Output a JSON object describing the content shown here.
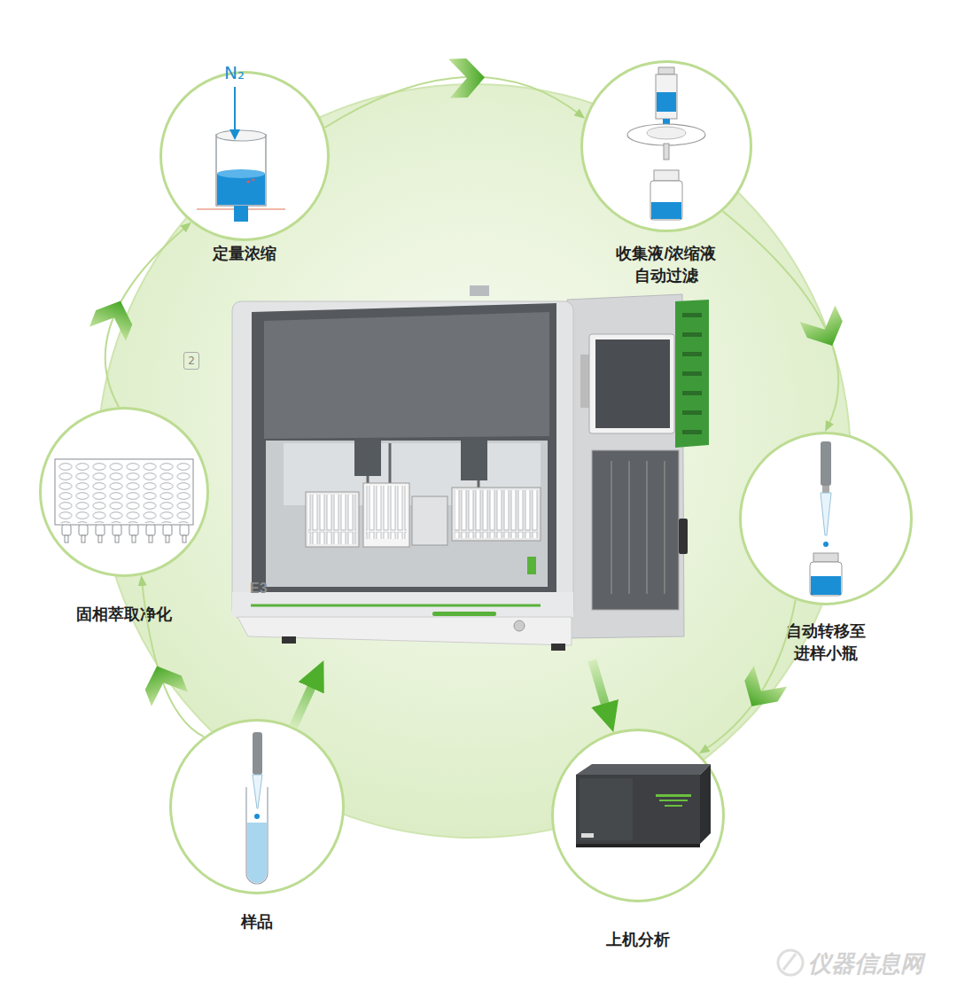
{
  "diagram": {
    "nodes": [
      {
        "text": [
          "定量浓缩"
        ]
      },
      {
        "text": [
          "收集液/浓缩液 自动过滤"
        ]
      },
      {
        "text": [
          "E3"
        ]
      },
      {
        "text": [
          "固相萃取净化"
        ]
      },
      {
        "text": [
          "自动转移至 进样小瓶"
        ]
      },
      {
        "text": [
          "样品"
        ]
      },
      {
        "text": [
          "上机分析"
        ]
      }
    ],
    "edges": [
      {
        "from": 5,
        "to": 3,
        "arrow": "to"
      },
      {
        "from": 3,
        "to": 0,
        "arrow": "to"
      },
      {
        "from": 0,
        "to": 1,
        "arrow": "to"
      },
      {
        "from": 1,
        "to": 4,
        "arrow": "to"
      },
      {
        "from": 4,
        "to": 6,
        "arrow": "to"
      },
      {
        "from": 5,
        "to": 2,
        "arrow": "to"
      },
      {
        "from": 2,
        "to": 6,
        "arrow": "to"
      }
    ],
    "labels": [
      "N₂",
      "2",
      "仪器信息网"
    ]
  }
}
